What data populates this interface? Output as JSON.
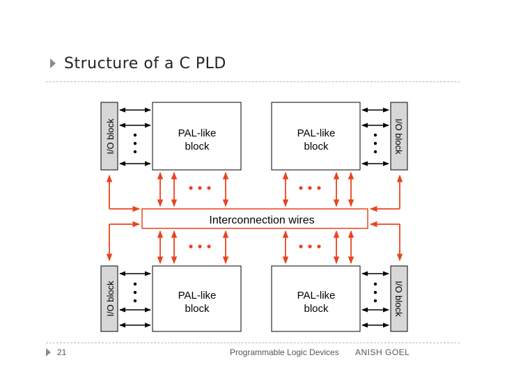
{
  "slide": {
    "title": "Structure of a C PLD",
    "page_number": "21",
    "footer_course": "Programmable Logic Devices",
    "footer_author": "ANISH GOEL"
  },
  "diagram": {
    "pal_block_label_line1": "PAL-like",
    "pal_block_label_line2": "block",
    "io_block_label": "I/O block",
    "interconnect_label": "Interconnection wires",
    "colors": {
      "wire": "#e8441f",
      "io_fill": "#d7d7d7",
      "block_stroke": "#000000",
      "bullet": "#8a8a8a"
    }
  },
  "icons": [
    "bullet-arrow-icon"
  ]
}
